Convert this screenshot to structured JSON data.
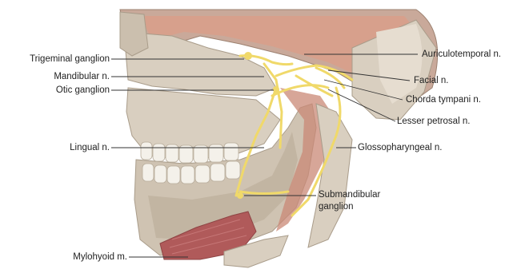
{
  "labels_left": [
    {
      "key": "trigeminal",
      "text": "Trigeminal ganglion"
    },
    {
      "key": "mandibular",
      "text": "Mandibular n."
    },
    {
      "key": "otic",
      "text": "Otic ganglion"
    },
    {
      "key": "lingual",
      "text": "Lingual n."
    },
    {
      "key": "mylohyoid",
      "text": "Mylohyoid m."
    }
  ],
  "labels_right": [
    {
      "key": "auriculotemporal",
      "text": "Auriculotemporal n."
    },
    {
      "key": "facial",
      "text": "Facial n."
    },
    {
      "key": "chorda",
      "text": "Chorda tympani n."
    },
    {
      "key": "lesser_petrosal",
      "text": "Lesser petrosal n."
    },
    {
      "key": "glossopharyngeal",
      "text": "Glossopharyngeal n."
    },
    {
      "key": "submandibular_1",
      "text": "Submandibular"
    },
    {
      "key": "submandibular_2",
      "text": "ganglion"
    }
  ],
  "colors": {
    "bone": "#d9cfc0",
    "bone_dark": "#b9ad9b",
    "skull_section": "#c9a99a",
    "soft_tissue": "#c98876",
    "muscle": "#b05a5a",
    "nerve": "#f0d96a",
    "teeth": "#f4f1ea",
    "leader_line": "#333333"
  }
}
